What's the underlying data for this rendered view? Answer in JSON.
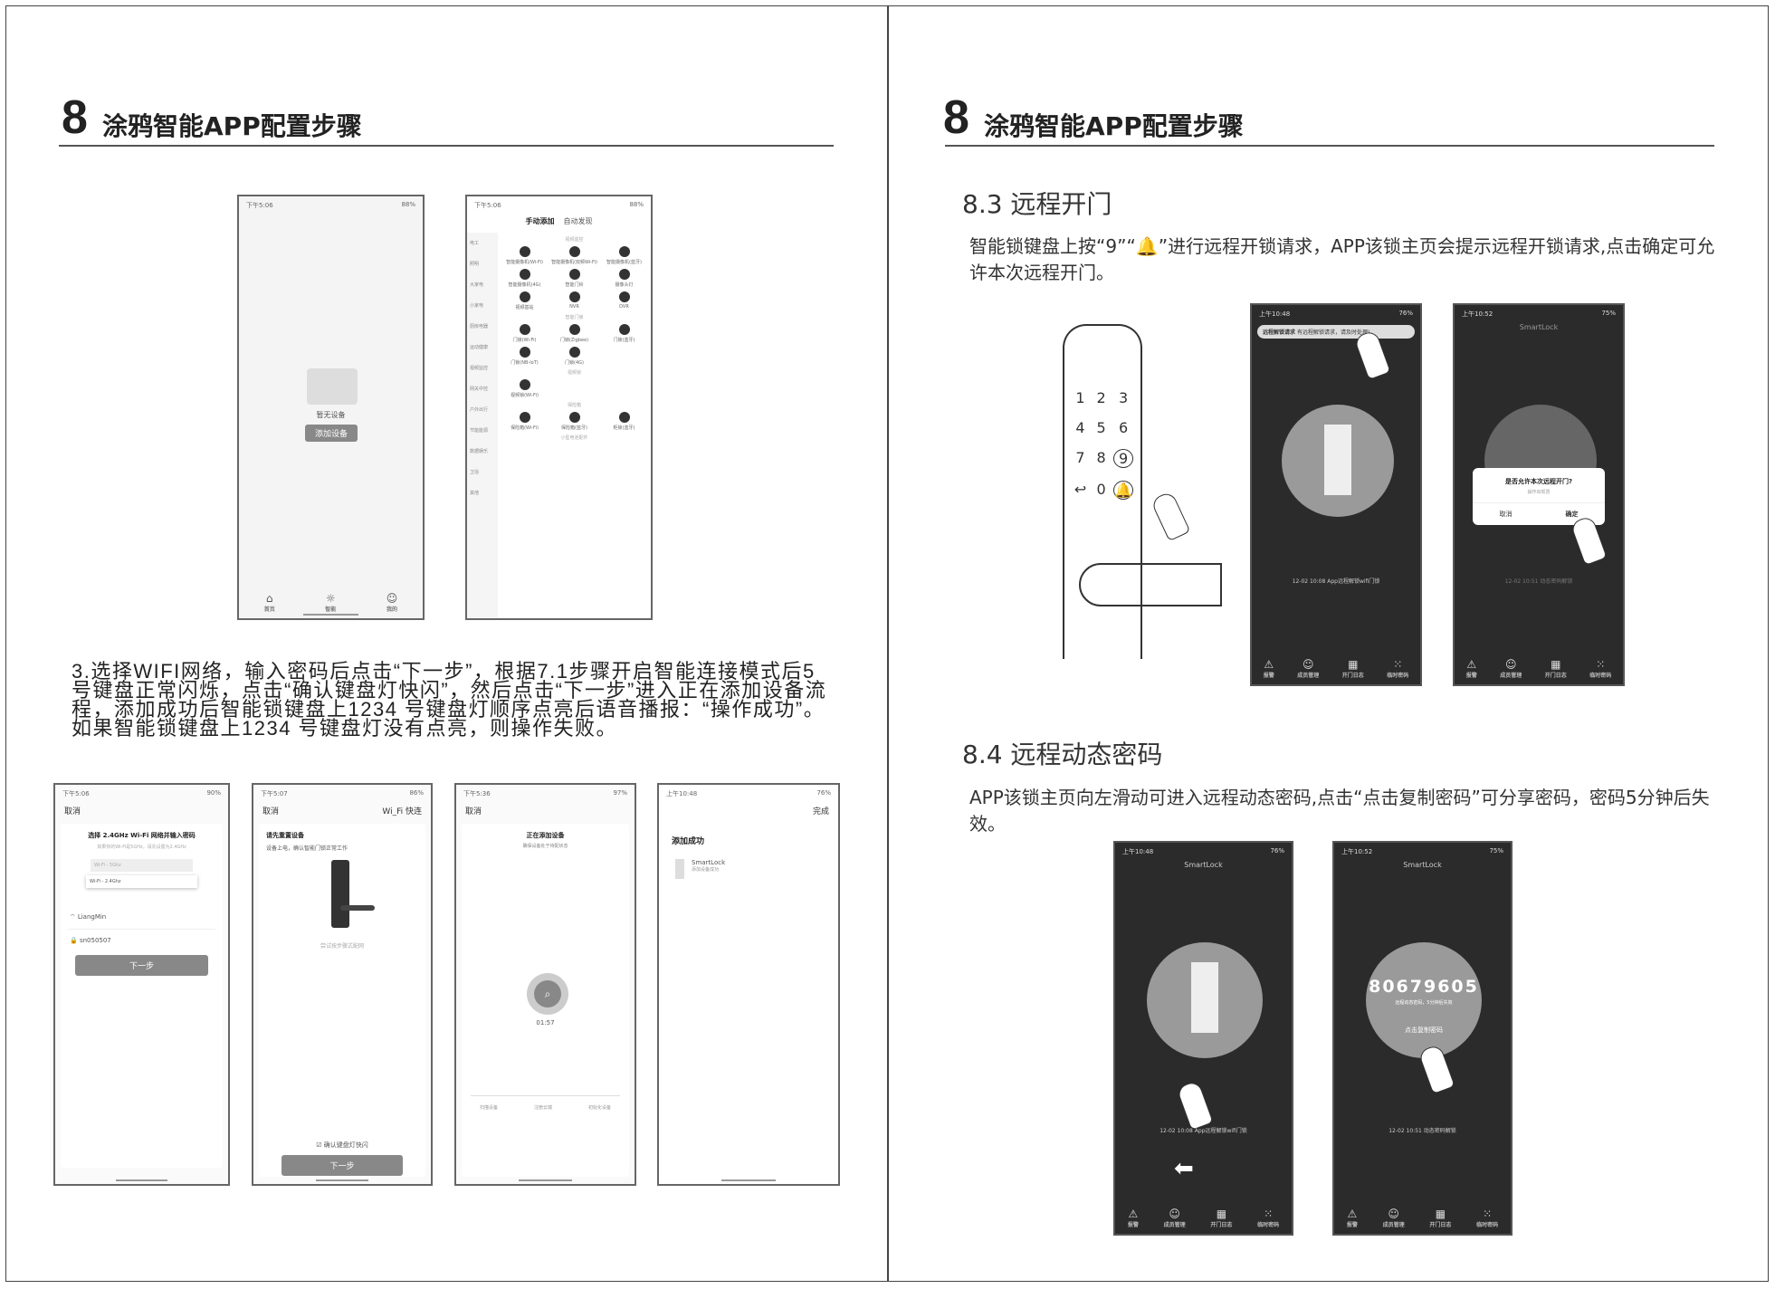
{
  "left_page": {
    "section_number": "8",
    "section_title": "涂鸦智能APP配置步骤",
    "phone_home": {
      "time": "下午5:06",
      "battery": "88%",
      "empty_text": "暂无设备",
      "add_button": "添加设备",
      "tabs": [
        "首页",
        "智能",
        "我的"
      ]
    },
    "phone_add": {
      "time": "下午5:06",
      "battery": "88%",
      "tab_manual": "手动添加",
      "tab_auto": "自动发现",
      "sidebar": [
        "电工",
        "照明",
        "大家电",
        "小家电",
        "厨房电器",
        "运动健康",
        "视频监控",
        "网关中控",
        "户外出行",
        "节能能源",
        "数据娱乐",
        "卫浴",
        "其他"
      ],
      "groups": [
        {
          "title": "视频监控",
          "items": [
            "智能摄像机(Wi-Fi)",
            "智能摄像机(双频Wi-Fi)",
            "智能摄像机(蓝牙)",
            "智能摄像机(4G)",
            "智能门铃",
            "摄像头灯",
            "视频基站",
            "NVR",
            "DVR"
          ]
        },
        {
          "title": "智能门锁",
          "items": [
            "门锁(Wi-Fi)",
            "门锁(Zigbee)",
            "门锁(蓝牙)",
            "门锁(NB-IoT)",
            "门锁(4G)"
          ]
        },
        {
          "title": "视频锁",
          "items": [
            "视频锁(Wi-Fi)"
          ]
        },
        {
          "title": "保险箱",
          "items": [
            "保险箱(Wi-Fi)",
            "保险箱(蓝牙)",
            "柜锁(蓝牙)"
          ]
        },
        {
          "title": "小型电池配件",
          "items": []
        }
      ]
    },
    "instruction": "3.选择WIFI网络，输入密码后点击“下一步”，根据7.1步骤开启智能连接模式后5号键盘正常闪烁，点击“确认键盘灯快闪”，然后点击“下一步”进入正在添加设备流程，添加成功后智能锁键盘上1234 号键盘灯顺序点亮后语音播报：“操作成功”。如果智能锁键盘上1234 号键盘灯没有点亮，则操作失败。",
    "phone_wifi": {
      "time": "下午5:06",
      "battery": "90%",
      "cancel": "取消",
      "title": "选择 2.4GHz Wi-Fi 网络并输入密码",
      "subtitle": "如果你的Wi-Fi是5GHz，请先设置为2.4GHz",
      "band_5g": "Wi-Fi - 5Ghz",
      "band_24g": "Wi-Fi - 2.4Ghz",
      "ssid": "LiangMin",
      "password": "sn050507",
      "next": "下一步"
    },
    "phone_reset": {
      "time": "下午5:07",
      "battery": "86%",
      "cancel": "取消",
      "mode": "Wi_Fi 快连",
      "title": "请先重置设备",
      "subtitle": "设备上电，确认智能门锁正常工作",
      "alt_link": "尝试按步骤式配网",
      "confirm": "确认键盘灯快闪",
      "next": "下一步"
    },
    "phone_adding": {
      "time": "下午5:36",
      "battery": "97%",
      "cancel": "取消",
      "title": "正在添加设备",
      "subtitle": "确保设备处于待配状态",
      "timer": "01:57",
      "steps": [
        "扫描设备",
        "注册云端",
        "初始化设备"
      ]
    },
    "phone_success": {
      "time": "上午10:48",
      "battery": "76%",
      "done": "完成",
      "title": "添加成功",
      "device_name": "SmartLock",
      "device_status": "添加设备成功"
    }
  },
  "right_page": {
    "section_number": "8",
    "section_title": "涂鸦智能APP配置步骤",
    "s83": {
      "title": "8.3 远程开门",
      "text": "智能锁键盘上按“9”“🔔”进行远程开锁请求，APP该锁主页会提示远程开锁请求,点击确定可允许本次远程开门。",
      "keypad": [
        "1",
        "2",
        "3",
        "4",
        "5",
        "6",
        "7",
        "8",
        "9",
        "↩",
        "0",
        "🔔"
      ],
      "phone_request": {
        "time": "上午10:48",
        "battery": "76%",
        "banner_title": "远程解锁请求",
        "banner_text": "有远程解锁请求，请及时处理!",
        "log": "12-02 10:08 App远程解锁wifi门锁",
        "tabs": [
          "报警",
          "成员管理",
          "开门日志",
          "临时密码"
        ]
      },
      "phone_confirm": {
        "time": "上午10:52",
        "battery": "75%",
        "title": "SmartLock",
        "dialog_title": "是否允许本次远程开门?",
        "dialog_sub": "操作出现冒",
        "cancel": "取消",
        "ok": "确定",
        "log": "12-02 10:51 动态密码解锁",
        "tabs": [
          "报警",
          "成员管理",
          "开门日志",
          "临时密码"
        ]
      }
    },
    "s84": {
      "title": "8.4 远程动态密码",
      "text": "APP该锁主页向左滑动可进入远程动态密码,点击“点击复制密码”可分享密码，密码5分钟后失效。",
      "phone_swipe": {
        "time": "上午10:48",
        "battery": "76%",
        "title": "SmartLock",
        "log": "12-02 10:08 App远程解锁wifi门锁",
        "tabs": [
          "报警",
          "成员管理",
          "开门日志",
          "临时密码"
        ]
      },
      "phone_code": {
        "time": "上午10:52",
        "battery": "75%",
        "title": "SmartLock",
        "code": "80679605",
        "code_hint": "远程动态密码，5分钟后失效",
        "copy": "点击复制密码",
        "log": "12-02 10:51 动态密码解锁",
        "tabs": [
          "报警",
          "成员管理",
          "开门日志",
          "临时密码"
        ]
      }
    }
  }
}
